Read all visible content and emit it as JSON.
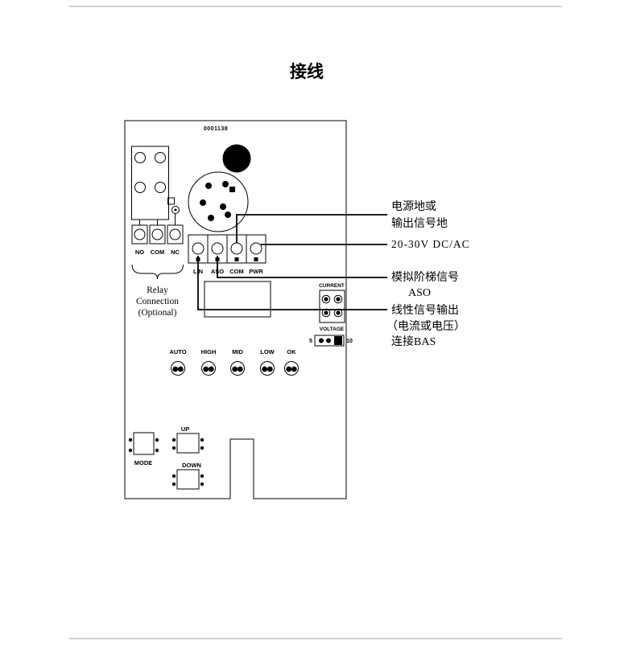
{
  "page": {
    "title": "接线"
  },
  "board": {
    "serial": "0001138",
    "relay": {
      "terminals": [
        "NO",
        "COM",
        "NC"
      ],
      "note_line1": "Relay",
      "note_line2": "Connection",
      "note_line3": "(Optional)"
    },
    "io_terminals": [
      "LIN",
      "ASO",
      "COM",
      "PWR"
    ],
    "jumper": {
      "current": "CURRENT",
      "voltage": "VOLTAGE",
      "min": "5",
      "max": "10"
    },
    "leds": [
      "AUTO",
      "HIGH",
      "MID",
      "LOW",
      "OK"
    ],
    "buttons": {
      "mode": "MODE",
      "up": "UP",
      "down": "DOWN"
    }
  },
  "annotations": {
    "ground_line1": "电源地或",
    "ground_line2": "输出信号地",
    "power": "20-30V DC/AC",
    "aso_line1": "模拟阶梯信号",
    "aso_line2": "ASO",
    "lin_line1": "线性信号输出",
    "lin_line2": "（电流或电压）",
    "lin_line3": "连接BAS"
  }
}
